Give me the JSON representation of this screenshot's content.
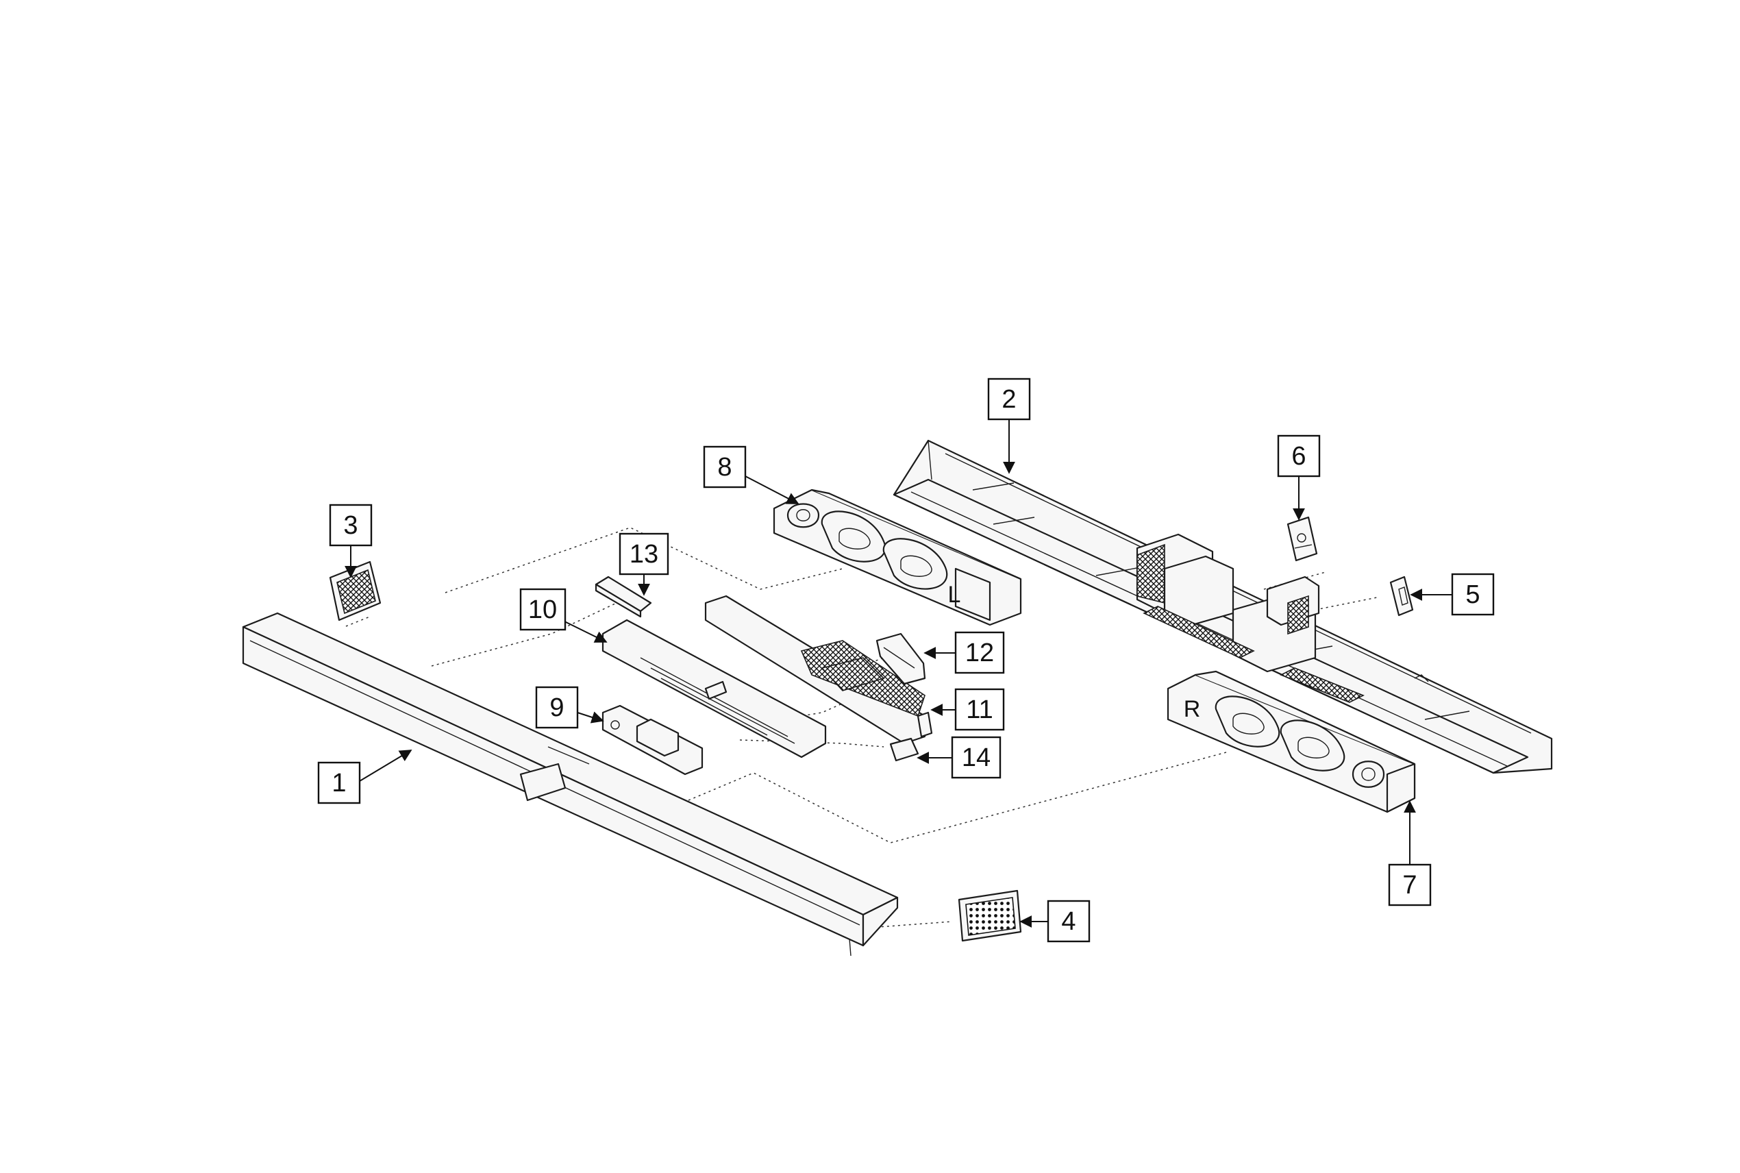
{
  "callouts": [
    {
      "id": "1",
      "label": "1"
    },
    {
      "id": "2",
      "label": "2"
    },
    {
      "id": "3",
      "label": "3"
    },
    {
      "id": "4",
      "label": "4"
    },
    {
      "id": "5",
      "label": "5"
    },
    {
      "id": "6",
      "label": "6"
    },
    {
      "id": "7",
      "label": "7"
    },
    {
      "id": "8",
      "label": "8"
    },
    {
      "id": "9",
      "label": "9"
    },
    {
      "id": "10",
      "label": "10"
    },
    {
      "id": "11",
      "label": "11"
    },
    {
      "id": "12",
      "label": "12"
    },
    {
      "id": "13",
      "label": "13"
    },
    {
      "id": "14",
      "label": "14"
    }
  ],
  "speaker_markings": {
    "left": "L",
    "right": "R"
  }
}
